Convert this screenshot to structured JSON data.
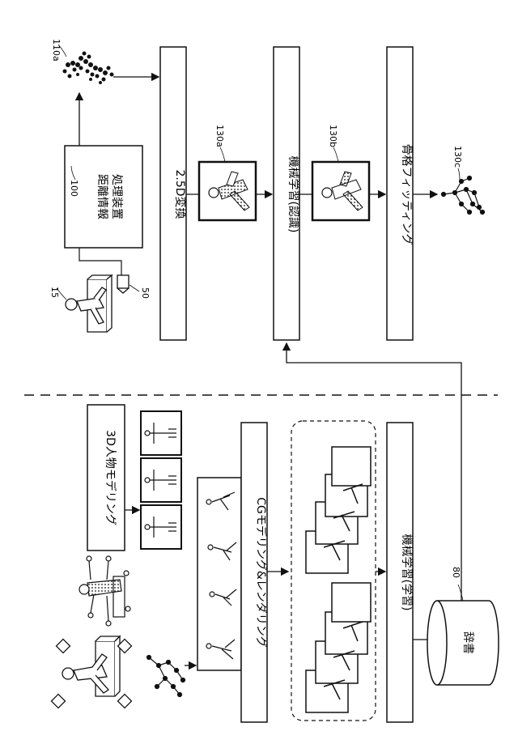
{
  "labels": {
    "device": "距離情報処理装置",
    "device_line1": "距離情報",
    "device_line2": "処理装置",
    "conv25d": "2.5D変換",
    "ml_recognition": "機械学習(認識)",
    "skeleton_fitting": "骨格フィッティング",
    "modeling_3d": "3D人物モデリング",
    "cg_rendering": "CGモデリング&レンダリング",
    "ml_learning": "機械学習(学習)",
    "dictionary": "辞書"
  },
  "refs": {
    "r100": "100",
    "r110a": "110a",
    "r15": "15",
    "r50": "50",
    "r130a": "130a",
    "r130b": "130b",
    "r130c": "130c",
    "r80": "80"
  }
}
